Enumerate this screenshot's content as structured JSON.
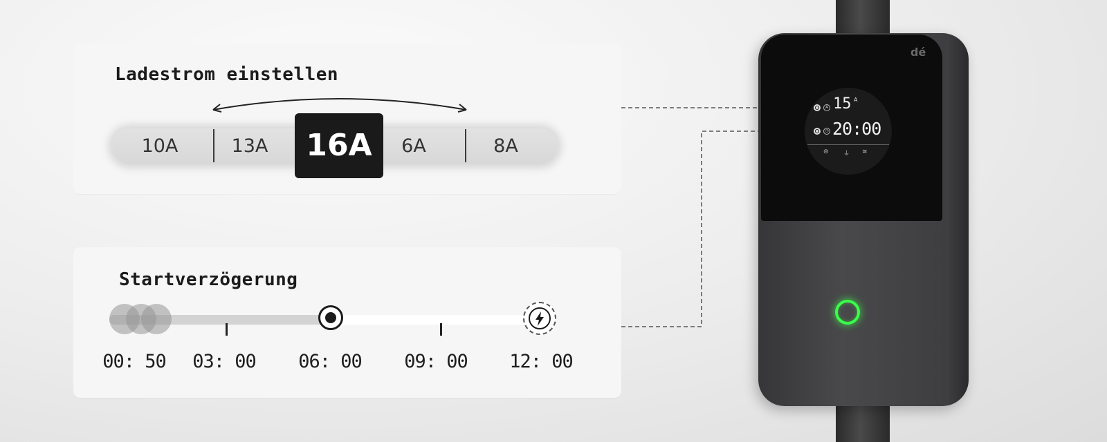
{
  "current_card": {
    "title": "Ladestrom einstellen",
    "options": [
      "10A",
      "13A",
      "16A",
      "6A",
      "8A"
    ],
    "selected": "16A"
  },
  "delay_card": {
    "title": "Startverzögerung",
    "time_labels": [
      "00: 50",
      "03: 00",
      "06: 00",
      "09: 00",
      "12: 00"
    ],
    "selected_time": "06: 00",
    "slider_value_fraction": 0.5
  },
  "device": {
    "logo": "dé",
    "display_current": "15",
    "display_current_unit": "A",
    "display_time": "20:00",
    "led_color": "#39ff4a"
  },
  "colors": {
    "accent_dark": "#1a1a1a",
    "card_bg": "#f6f6f6",
    "led_green": "#39ff4a"
  }
}
